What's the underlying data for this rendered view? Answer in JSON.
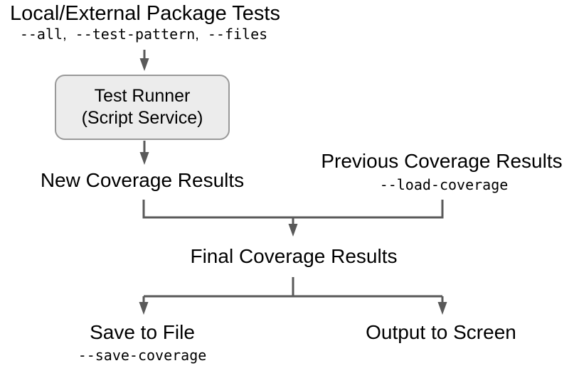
{
  "colors": {
    "background": "#ffffff",
    "text": "#000000",
    "connector": "#595959",
    "box_fill": "#ececec",
    "box_border": "#999999"
  },
  "nodes": {
    "package_tests": {
      "title": "Local/External Package Tests",
      "flags": [
        "--all",
        "--test-pattern",
        "--files"
      ],
      "flag_separator": ","
    },
    "test_runner": {
      "line1": "Test Runner",
      "line2": "(Script Service)"
    },
    "new_coverage": {
      "label": "New Coverage Results"
    },
    "previous_coverage": {
      "label": "Previous Coverage Results",
      "flag": "--load-coverage"
    },
    "final_coverage": {
      "label": "Final Coverage Results"
    },
    "save_to_file": {
      "label": "Save to File",
      "flag": "--save-coverage"
    },
    "output_to_screen": {
      "label": "Output to Screen"
    }
  }
}
